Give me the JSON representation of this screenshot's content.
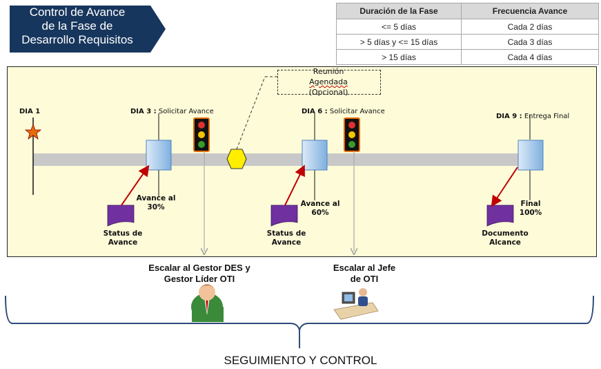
{
  "title": {
    "line1": "Control de Avance",
    "line2": "de la Fase de",
    "line3": "Desarrollo Requisitos"
  },
  "table": {
    "headers": [
      "Duración de la Fase",
      "Frecuencia Avance"
    ],
    "rows": [
      [
        "<= 5 días",
        "Cada 2 días"
      ],
      [
        "> 5 días y <= 15 días",
        "Cada 3 días"
      ],
      [
        "> 15 días",
        "Cada 4 días"
      ]
    ]
  },
  "meeting": {
    "line1": "Reunión",
    "line2": "Agendada",
    "line3": "(Opcional)"
  },
  "milestones": {
    "day1": "DIA 1",
    "day3_bold": "DIA 3 :",
    "day3_text": " Solicitar Avance",
    "day6_bold": "DIA 6 :",
    "day6_text": " Solicitar Avance",
    "day9_bold": "DIA 9 :",
    "day9_text": " Entrega Final"
  },
  "progress": {
    "p1_line1": "Avance al",
    "p1_line2": "30%",
    "p2_line1": "Avance al",
    "p2_line2": "60%",
    "p3_line1": "Final",
    "p3_line2": "100%"
  },
  "documents": {
    "doc1_line1": "Status de",
    "doc1_line2": "Avance",
    "doc2_line1": "Status de",
    "doc2_line2": "Avance",
    "doc3_line1": "Documento",
    "doc3_line2": "Alcance"
  },
  "escalation": {
    "e1_line1": "Escalar al Gestor DES y",
    "e1_line2": "Gestor  Líder OTI",
    "e2_line1": "Escalar al Jefe",
    "e2_line2": "de OTI"
  },
  "footer": "SEGUIMIENTO Y CONTROL",
  "colors": {
    "banner": "#17365d",
    "panel": "#fdfbd8",
    "track": "#c8c8c8",
    "box": "#9cc3e6",
    "arrow": "#c00000",
    "doc": "#7030a0",
    "hexagon": "#ffee00",
    "star": "#e46c0a"
  }
}
